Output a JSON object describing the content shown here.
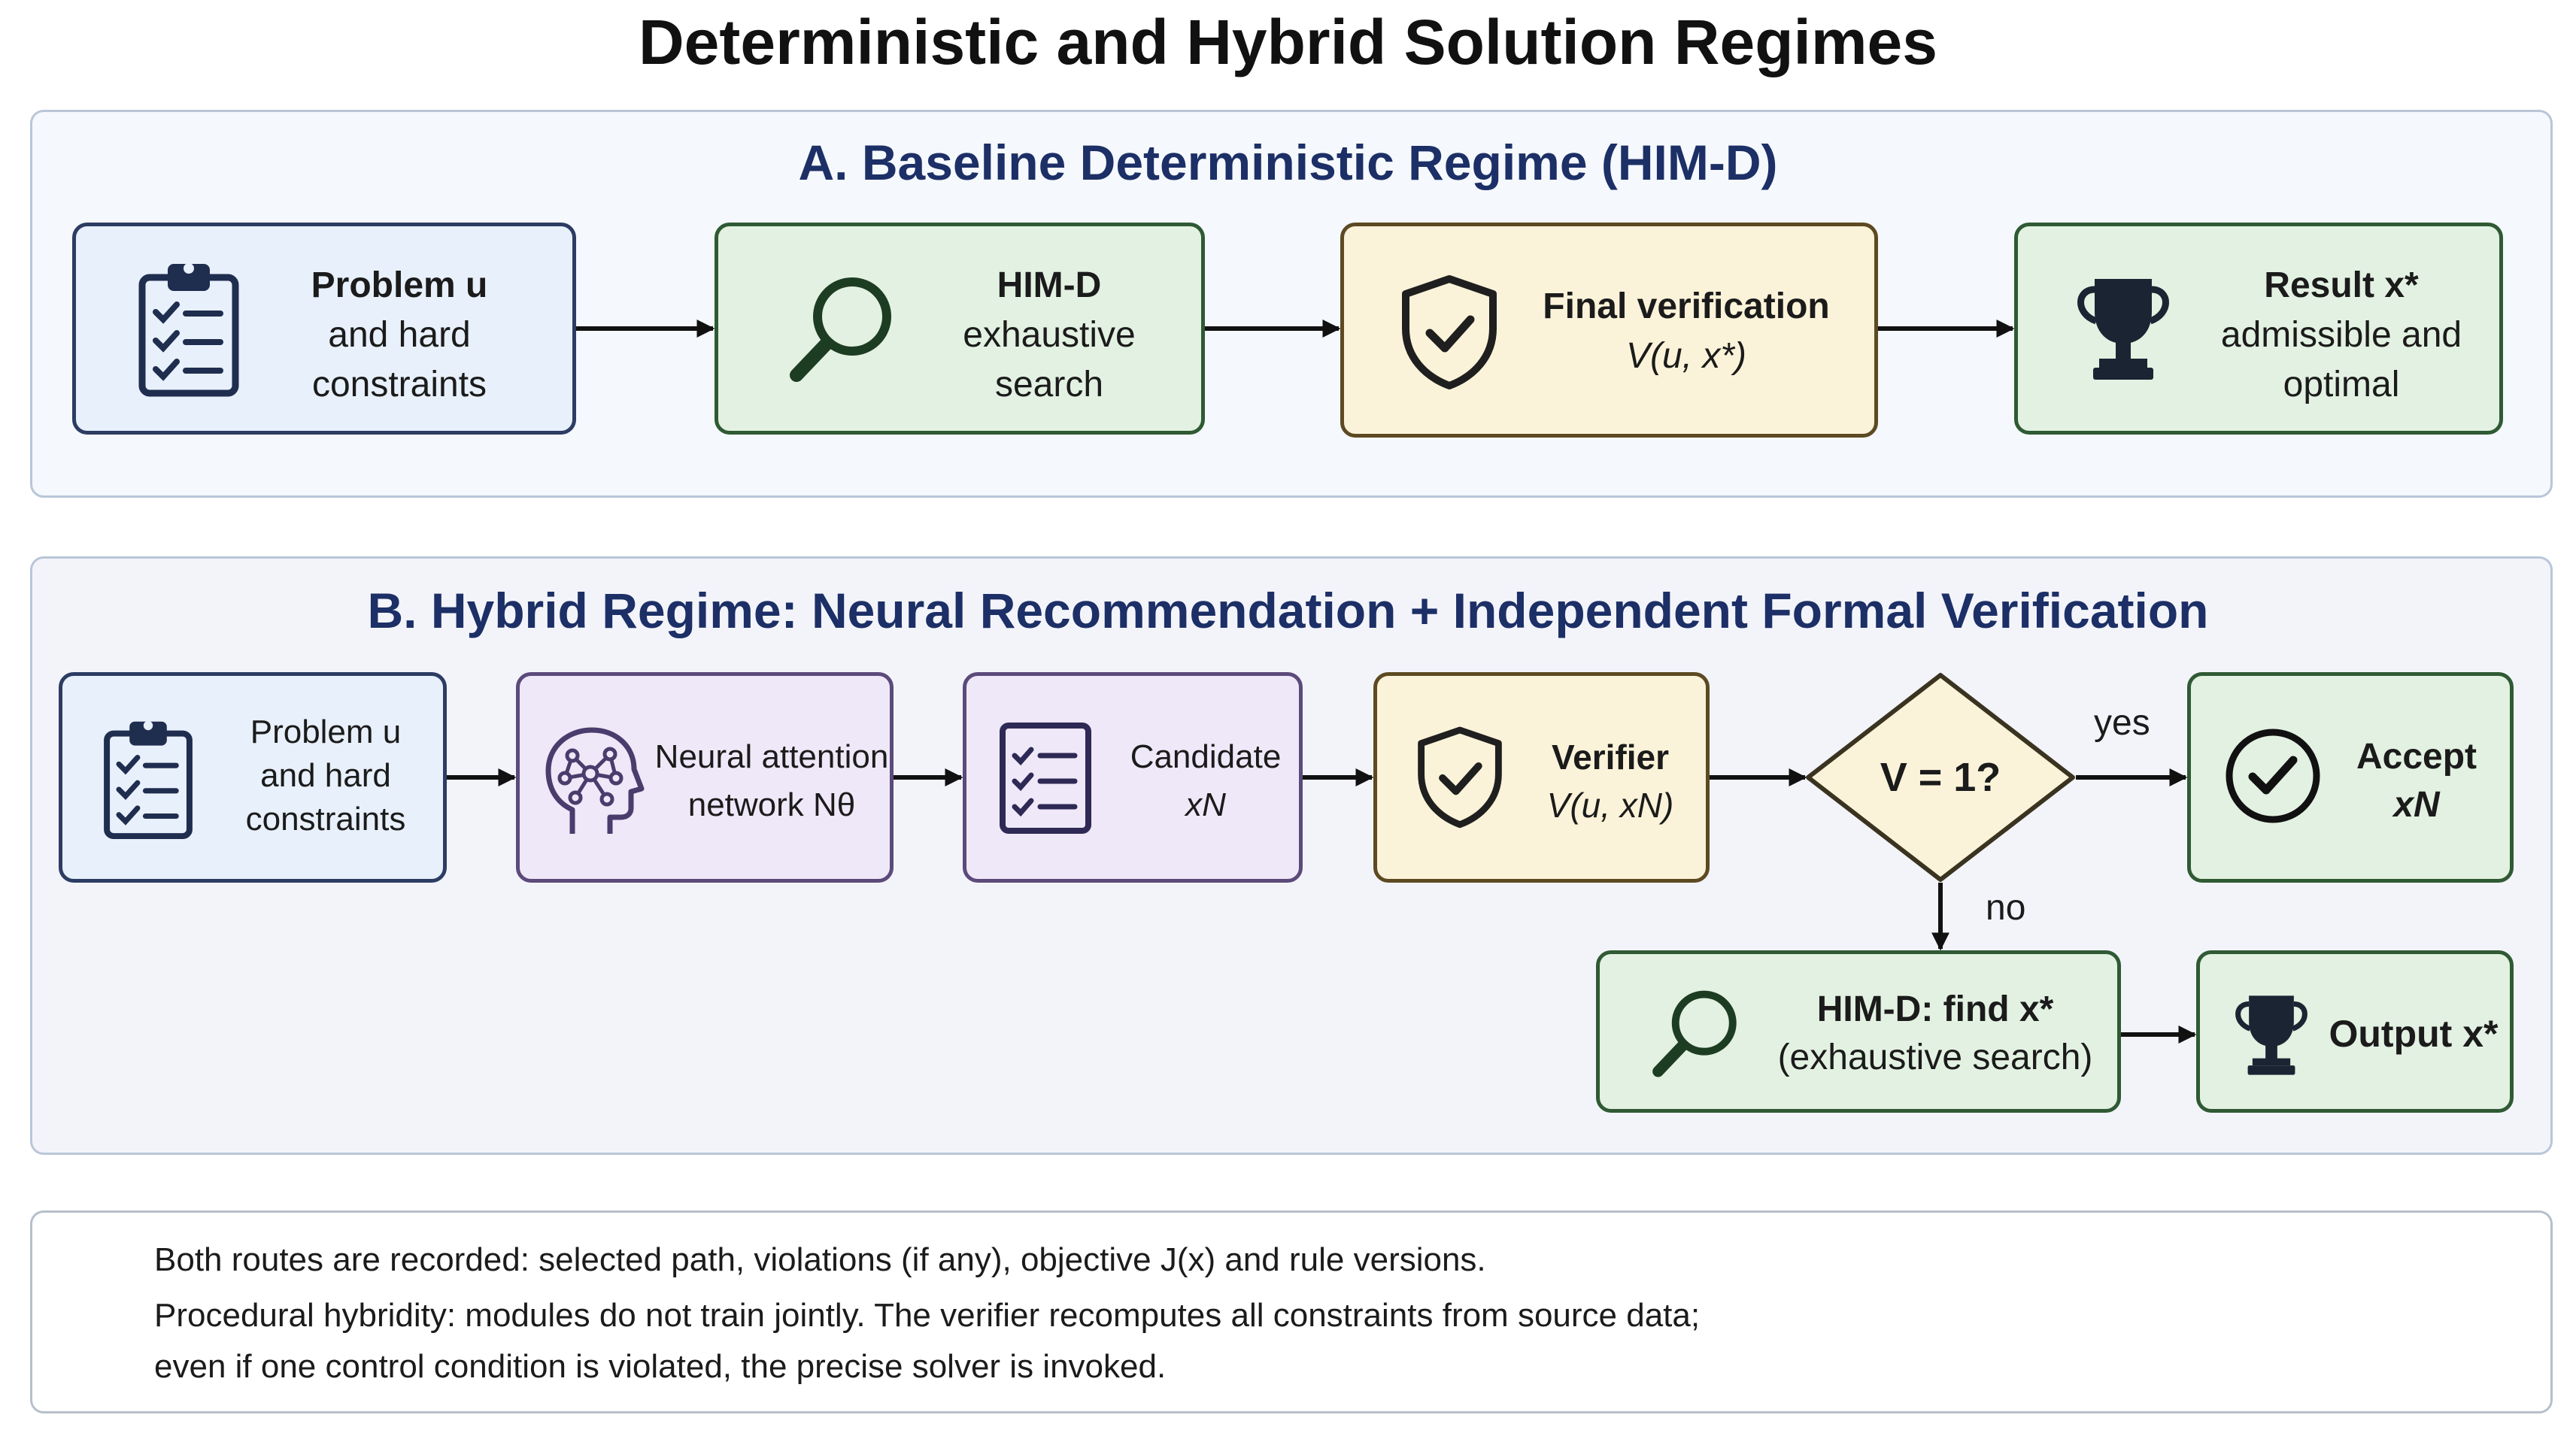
{
  "title": "Deterministic and Hybrid Solution Regimes",
  "panel_a": {
    "title": "A. Baseline Deterministic Regime (HIM-D)",
    "nodes": [
      {
        "lines": [
          "Problem u",
          "and hard",
          "constraints"
        ],
        "icon": "clipboard-icon"
      },
      {
        "lines": [
          "HIM-D",
          "exhaustive",
          "search"
        ],
        "icon": "magnifier-icon"
      },
      {
        "lines": [
          "Final verification",
          "V(u, x*)"
        ],
        "icon": "shield-check-icon"
      },
      {
        "lines": [
          "Result x*",
          "admissible and",
          "optimal"
        ],
        "icon": "trophy-icon"
      }
    ]
  },
  "panel_b": {
    "title": "B. Hybrid Regime: Neural Recommendation + Independent Formal Verification",
    "nodes": [
      {
        "lines": [
          "Problem u",
          "and hard",
          "constraints"
        ],
        "icon": "clipboard-icon"
      },
      {
        "lines": [
          "Neural attention",
          "network Nθ"
        ],
        "icon": "neural-head-icon"
      },
      {
        "lines": [
          "Candidate",
          "xN"
        ],
        "icon": "checklist-icon"
      },
      {
        "lines": [
          "Verifier",
          "V(u, xN)"
        ],
        "icon": "shield-check-icon"
      },
      {
        "lines": [
          "Accept",
          "xN"
        ],
        "icon": "check-circle-icon"
      },
      {
        "lines": [
          "HIM-D: find x*",
          "(exhaustive search)"
        ],
        "icon": "magnifier-icon"
      },
      {
        "lines": [
          "Output x*"
        ],
        "icon": "trophy-icon"
      }
    ],
    "decision": "V = 1?",
    "yes_label": "yes",
    "no_label": "no"
  },
  "notes": [
    "Both routes are recorded: selected path, violations (if any), objective J(x) and rule versions.",
    "Procedural hybridity: modules do not train jointly. The verifier recomputes all constraints from source data;",
    "even if one control condition is violated, the precise solver is invoked."
  ],
  "colors": {
    "blue_fill": "#e8f0fb",
    "green_fill": "#e3f1e2",
    "yellow_fill": "#fbf3d9",
    "purple_fill": "#efe8f8",
    "title_navy": "#1c2f66",
    "icon_navy": "#1f2d4f"
  }
}
